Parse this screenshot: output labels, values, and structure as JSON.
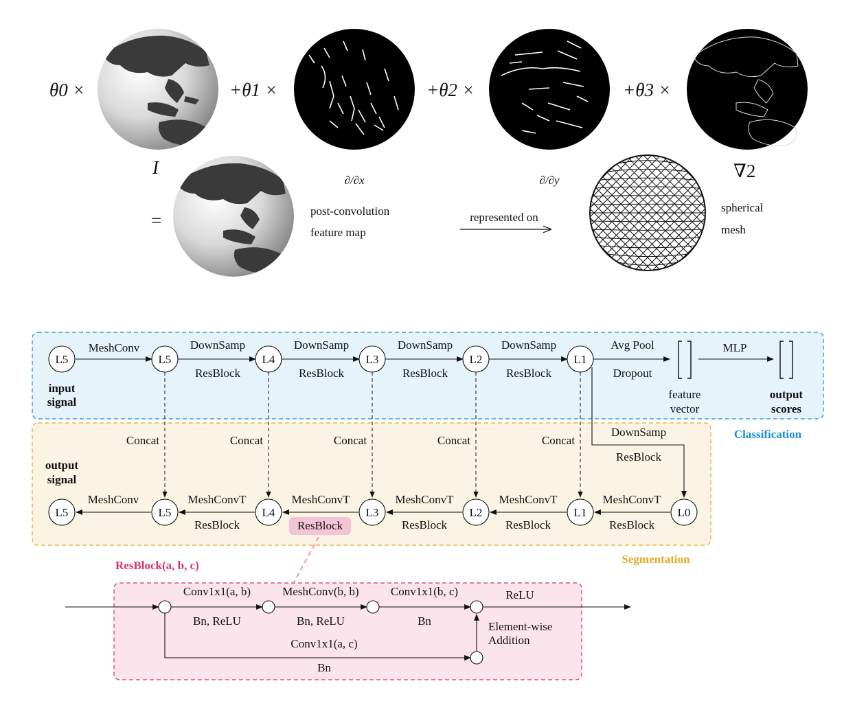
{
  "equation": {
    "coef0": "θ0 ×",
    "coef1": "+θ1 ×",
    "coef2": "+θ2 ×",
    "coef3": "+θ3 ×",
    "op_identity": "I",
    "op_dx": "∂/∂x",
    "op_dy": "∂/∂y",
    "op_laplacian": "∇2",
    "equals": "="
  },
  "result": {
    "feature_map_line1": "post-convolution",
    "feature_map_line2": "feature map",
    "arrow_label": "represented on",
    "mesh_line1": "spherical",
    "mesh_line2": "mesh"
  },
  "classification": {
    "title": "Classification",
    "nodes": [
      "L5",
      "L5",
      "L4",
      "L3",
      "L2",
      "L1"
    ],
    "first_edge": "MeshConv",
    "down_top": "DownSamp",
    "down_bottom": "ResBlock",
    "pool_top": "Avg Pool",
    "pool_bottom": "Dropout",
    "mlp": "MLP",
    "input_label_1": "input",
    "input_label_2": "signal",
    "feature_label_1": "feature",
    "feature_label_2": "vector",
    "output_label_1": "output",
    "output_label_2": "scores",
    "color": "#1a8fd1",
    "fill": "#e6f3fb"
  },
  "segmentation": {
    "title": "Segmentation",
    "nodes": [
      "L5",
      "L5",
      "L4",
      "L3",
      "L2",
      "L1",
      "L0"
    ],
    "concat": "Concat",
    "l1_down_top": "DownSamp",
    "l1_down_bottom": "ResBlock",
    "up_top": "MeshConvT",
    "up_bottom": "ResBlock",
    "last_edge": "MeshConv",
    "output_label_1": "output",
    "output_label_2": "signal",
    "highlight": "ResBlock",
    "color": "#e8a820",
    "fill": "#fbf4e4"
  },
  "resblock": {
    "title": "ResBlock(a, b, c)",
    "conv1_top": "Conv1x1(a, b)",
    "conv1_bottom": "Bn, ReLU",
    "mesh_top": "MeshConv(b, b)",
    "mesh_bottom": "Bn, ReLU",
    "conv2_top": "Conv1x1(b, c)",
    "conv2_bottom": "Bn",
    "relu": "ReLU",
    "skip_top": "Conv1x1(a, c)",
    "skip_bottom": "Bn",
    "addition_1": "Element-wise",
    "addition_2": "Addition",
    "color": "#d6336c",
    "fill": "#fbe4ec"
  }
}
